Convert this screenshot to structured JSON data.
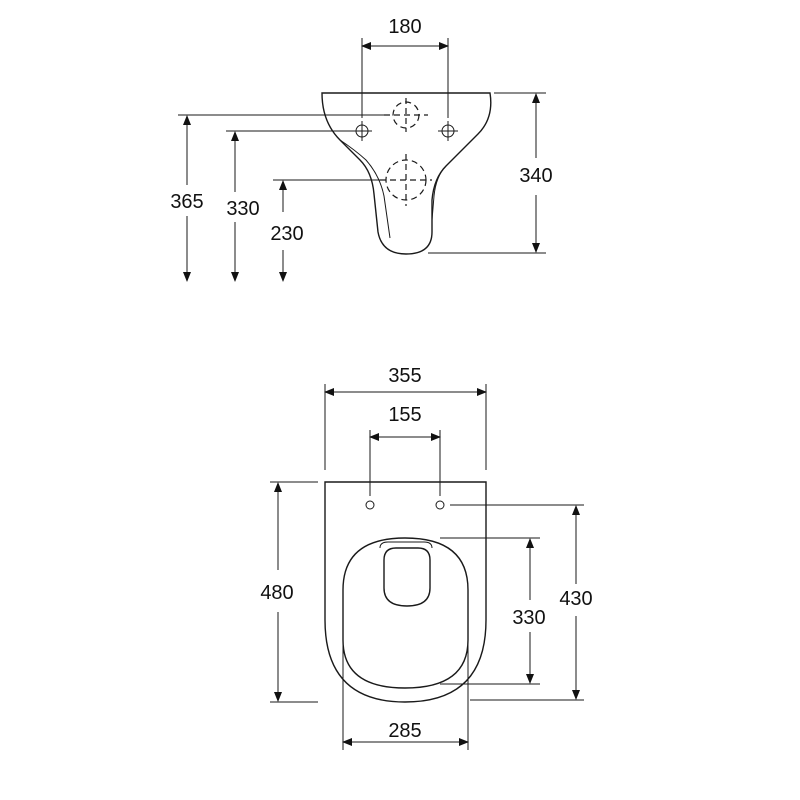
{
  "top_view": {
    "dim_width_holes": "180",
    "dim_height_365": "365",
    "dim_height_330": "330",
    "dim_height_230": "230",
    "dim_depth_340": "340"
  },
  "plan_view": {
    "dim_width_355": "355",
    "dim_hinge_155": "155",
    "dim_length_480": "480",
    "dim_length_430": "430",
    "dim_opening_330": "330",
    "dim_opening_285": "285"
  }
}
